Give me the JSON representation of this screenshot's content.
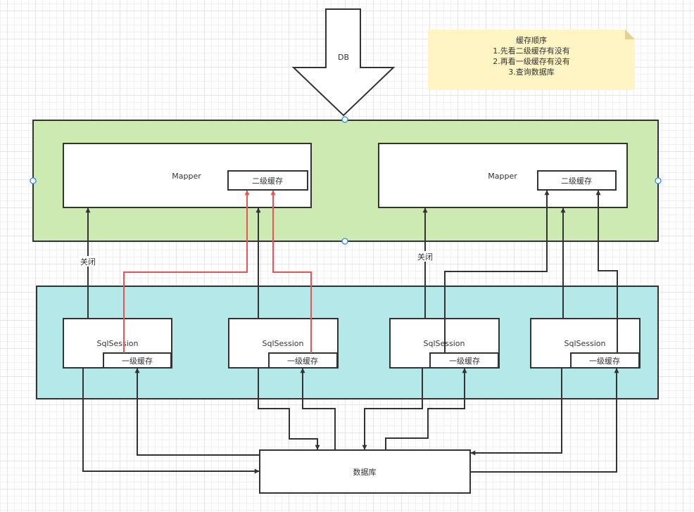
{
  "note": {
    "title": "缓存顺序",
    "lines": [
      "1.先看二级缓存有没有",
      "2.再看一级缓存有没有",
      "3.查询数据库"
    ]
  },
  "db_arrow": {
    "label": "DB"
  },
  "mapper_container": {
    "fill": "#cdeab3"
  },
  "mappers": [
    {
      "label": "Mapper",
      "cache_label": "二级缓存"
    },
    {
      "label": "Mapper",
      "cache_label": "二级缓存"
    }
  ],
  "session_container": {
    "fill": "#b5e8e8"
  },
  "sessions": [
    {
      "label": "SqlSession",
      "cache_label": "一级缓存"
    },
    {
      "label": "SqlSession",
      "cache_label": "一级缓存"
    },
    {
      "label": "SqlSession",
      "cache_label": "一级缓存"
    },
    {
      "label": "SqlSession",
      "cache_label": "一级缓存"
    }
  ],
  "edge_labels": [
    "关闭",
    "关闭"
  ],
  "database": {
    "label": "数据库"
  },
  "colors": {
    "note_fill": "#fff4c3",
    "highlight_edge": "#ea5454",
    "selection_handle": "#2a8af7"
  }
}
